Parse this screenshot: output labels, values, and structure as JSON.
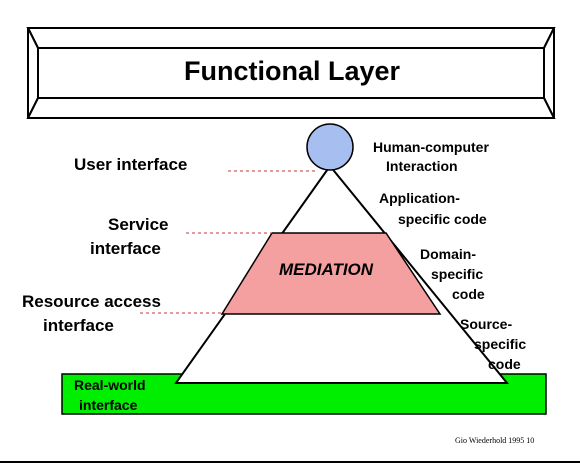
{
  "title": "Functional Layer",
  "mediation_label": "MEDIATION",
  "left_labels": {
    "user_interface": "User interface",
    "service_interface": [
      "Service",
      "interface"
    ],
    "resource_access_interface": [
      "Resource access",
      "interface"
    ],
    "real_world_interface": [
      "Real-world",
      "interface"
    ]
  },
  "right_labels": {
    "human_computer_interaction": [
      "Human-computer",
      "Interaction"
    ],
    "application_specific_code": [
      "Application-",
      "specific code"
    ],
    "domain_specific_code": [
      "Domain-",
      "specific",
      "code"
    ],
    "source_specific_code": [
      "Source-",
      "specific",
      "code"
    ]
  },
  "credit": "Gio Wiederhold 1995  10",
  "colors": {
    "mediation_fill": "#f4a0a0",
    "real_world_fill": "#00ee00",
    "human_circle_fill": "#a7bff0",
    "leader_line": "#cc3333",
    "text": "#000000"
  }
}
